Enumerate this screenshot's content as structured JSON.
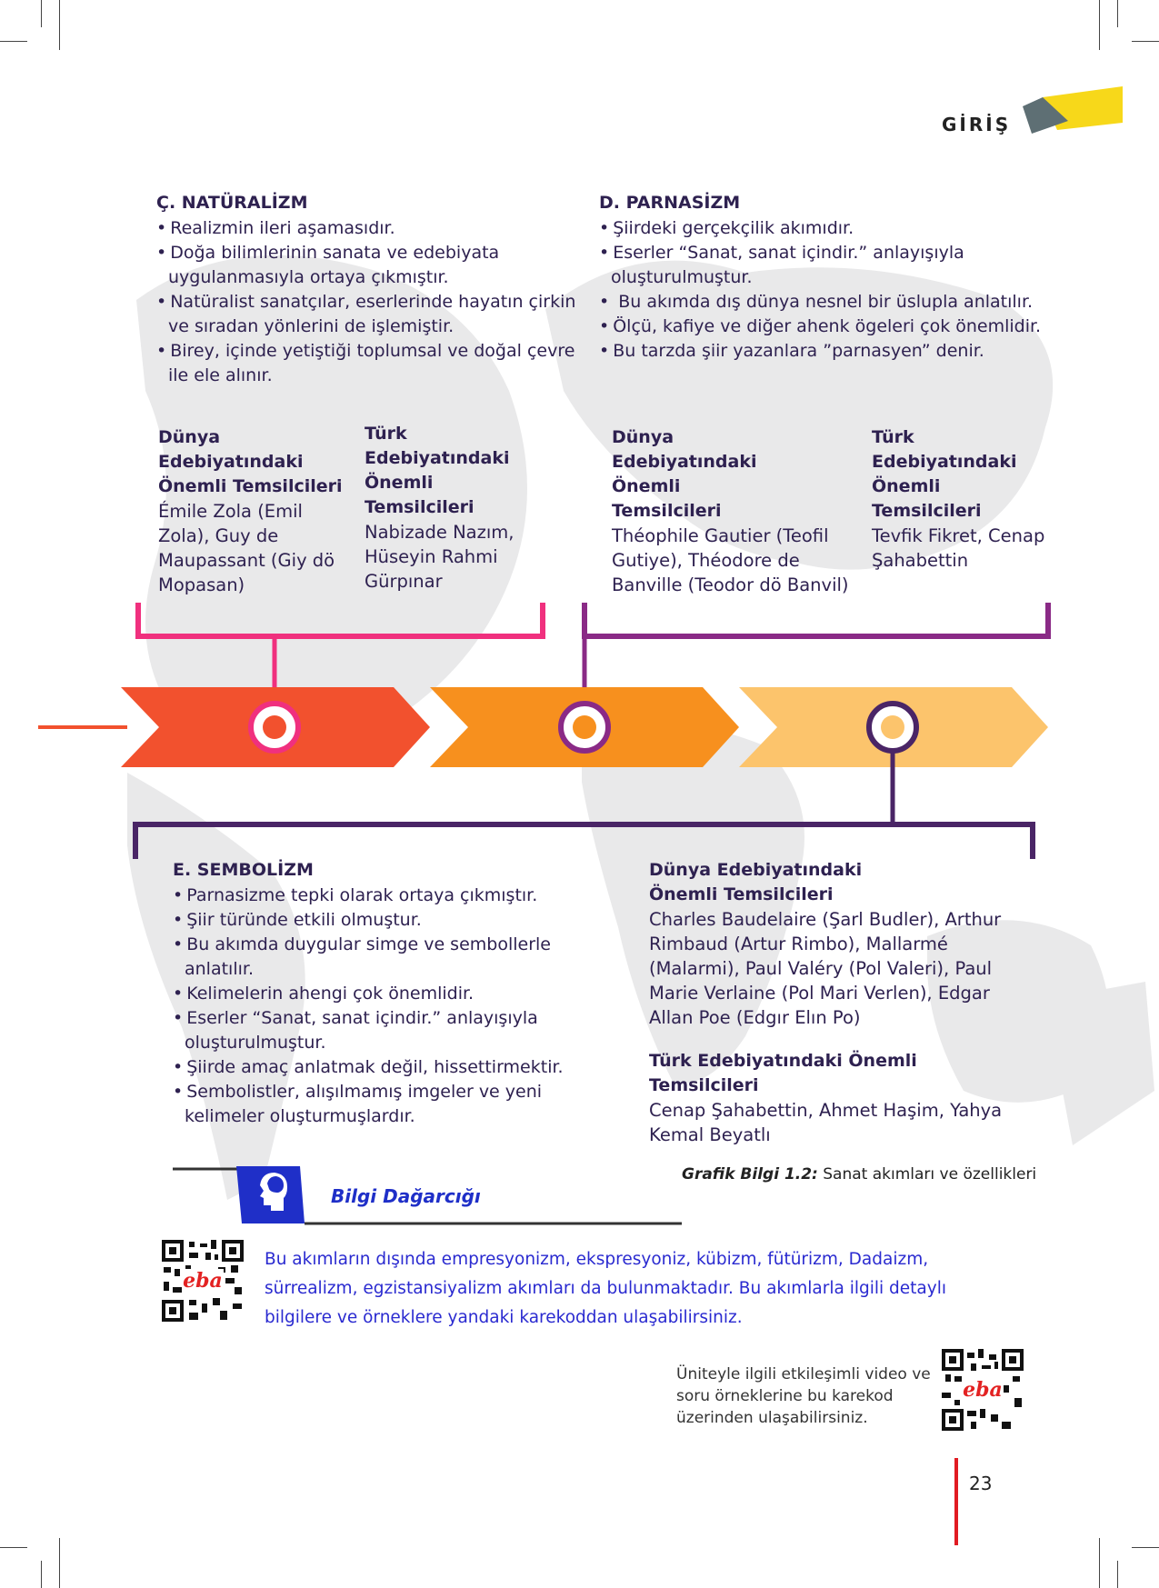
{
  "header": {
    "title": "GİRİŞ"
  },
  "naturalizm": {
    "title": "Ç. NATÜRALİZM",
    "bullets": [
      "Realizmin ileri aşamasıdır.",
      "Doğa bilimlerinin sanata ve edebiyata uygulanmasıyla ortaya çıkmıştır.",
      "Natüralist sanatçılar, eserlerinde hayatın çirkin ve sıradan yönlerini de işlemiştir.",
      "Birey, içinde yetiştiği toplumsal ve doğal çevre ile ele alınır."
    ],
    "world_head": "Dünya Edebiyatındaki Önemli Temsilcileri",
    "world_body": "Émile Zola (Emil Zola), Guy de Maupassant (Giy dö Mopasan)",
    "turk_head": "Türk Edebiyatındaki Önemli Temsilcileri",
    "turk_body": "Nabizade Nazım, Hüseyin Rahmi Gürpınar"
  },
  "parnasizm": {
    "title": "D. PARNASİZM",
    "bullets": [
      "Şiirdeki gerçekçilik akımıdır.",
      "Eserler “Sanat, sanat içindir.” anlayışıyla oluşturulmuştur.",
      " Bu akımda dış dünya nesnel bir üslupla anlatılır.",
      "Ölçü, kafiye ve diğer ahenk ögeleri çok önemlidir.",
      "Bu tarzda şiir yazanlara ”parnasyen” denir."
    ],
    "world_head": "Dünya Edebiyatındaki Önemli Temsilcileri",
    "world_body": "Théophile Gautier (Teofil Gutiye), Théodore de Banville (Teodor dö Banvil)",
    "turk_head": "Türk Edebiyatındaki Önemli Temsilcileri",
    "turk_body": "Tevfik Fikret, Cenap Şahabettin"
  },
  "sembolizm": {
    "title": "E. SEMBOLİZM",
    "bullets": [
      "Parnasizme tepki olarak ortaya çıkmıştır.",
      "Şiir türünde etkili olmuştur.",
      "Bu akımda duygular simge ve sembollerle anlatılır.",
      "Kelimelerin ahengi çok önemlidir.",
      "Eserler “Sanat, sanat içindir.” anlayışıyla oluşturulmuştur.",
      "Şiirde amaç anlatmak değil, hissettirmektir.",
      "Sembolistler, alışılmamış imgeler ve yeni kelimeler oluşturmuşlardır."
    ],
    "world_head": "Dünya Edebiyatındaki Önemli Temsilcileri",
    "world_body": "Charles Baudelaire (Şarl Budler), Arthur Rimbaud (Artur Rimbo), Mallarmé (Malarmi), Paul Valéry (Pol Valeri), Paul Marie Verlaine (Pol Mari Verlen), Edgar Allan Poe (Edgır Elın Po)",
    "turk_head": "Türk Edebiyatındaki Önemli Temsilcileri",
    "turk_body": "Cenap Şahabettin, Ahmet Haşim, Yahya Kemal Beyatlı"
  },
  "caption": {
    "label": "Grafik Bilgi 1.2:",
    "text": "Sanat akımları ve özellikleri"
  },
  "bilgi": {
    "title": "Bilgi Dağarcığı",
    "text": "Bu akımların dışında empresyonizm, ekspresyoniz, kübizm, fütürizm, Dadaizm, sürrealizm, egzistansiyalizm akımları da bulunmaktadır. Bu akımlarla ilgili detaylı bilgilere ve örneklere yandaki karekoddan ulaşabilirsiniz."
  },
  "qr": {
    "logo": "eba",
    "note": "Üniteyle ilgili etkileşimli video ve soru örneklerine bu karekod üzerinden ulaşabilirsiniz."
  },
  "page_number": "23",
  "colors": {
    "text": "#2e2150",
    "pink": "#f0307e",
    "purple": "#8a2a86",
    "dark_purple": "#4a2566",
    "red_arrow": "#f2512e",
    "orange_arrow": "#f7901e",
    "yellow_arrow": "#fcc46c",
    "blue": "#2a2ad0",
    "brand_yellow": "#f7d81a",
    "brand_gray": "#5e6f74"
  }
}
